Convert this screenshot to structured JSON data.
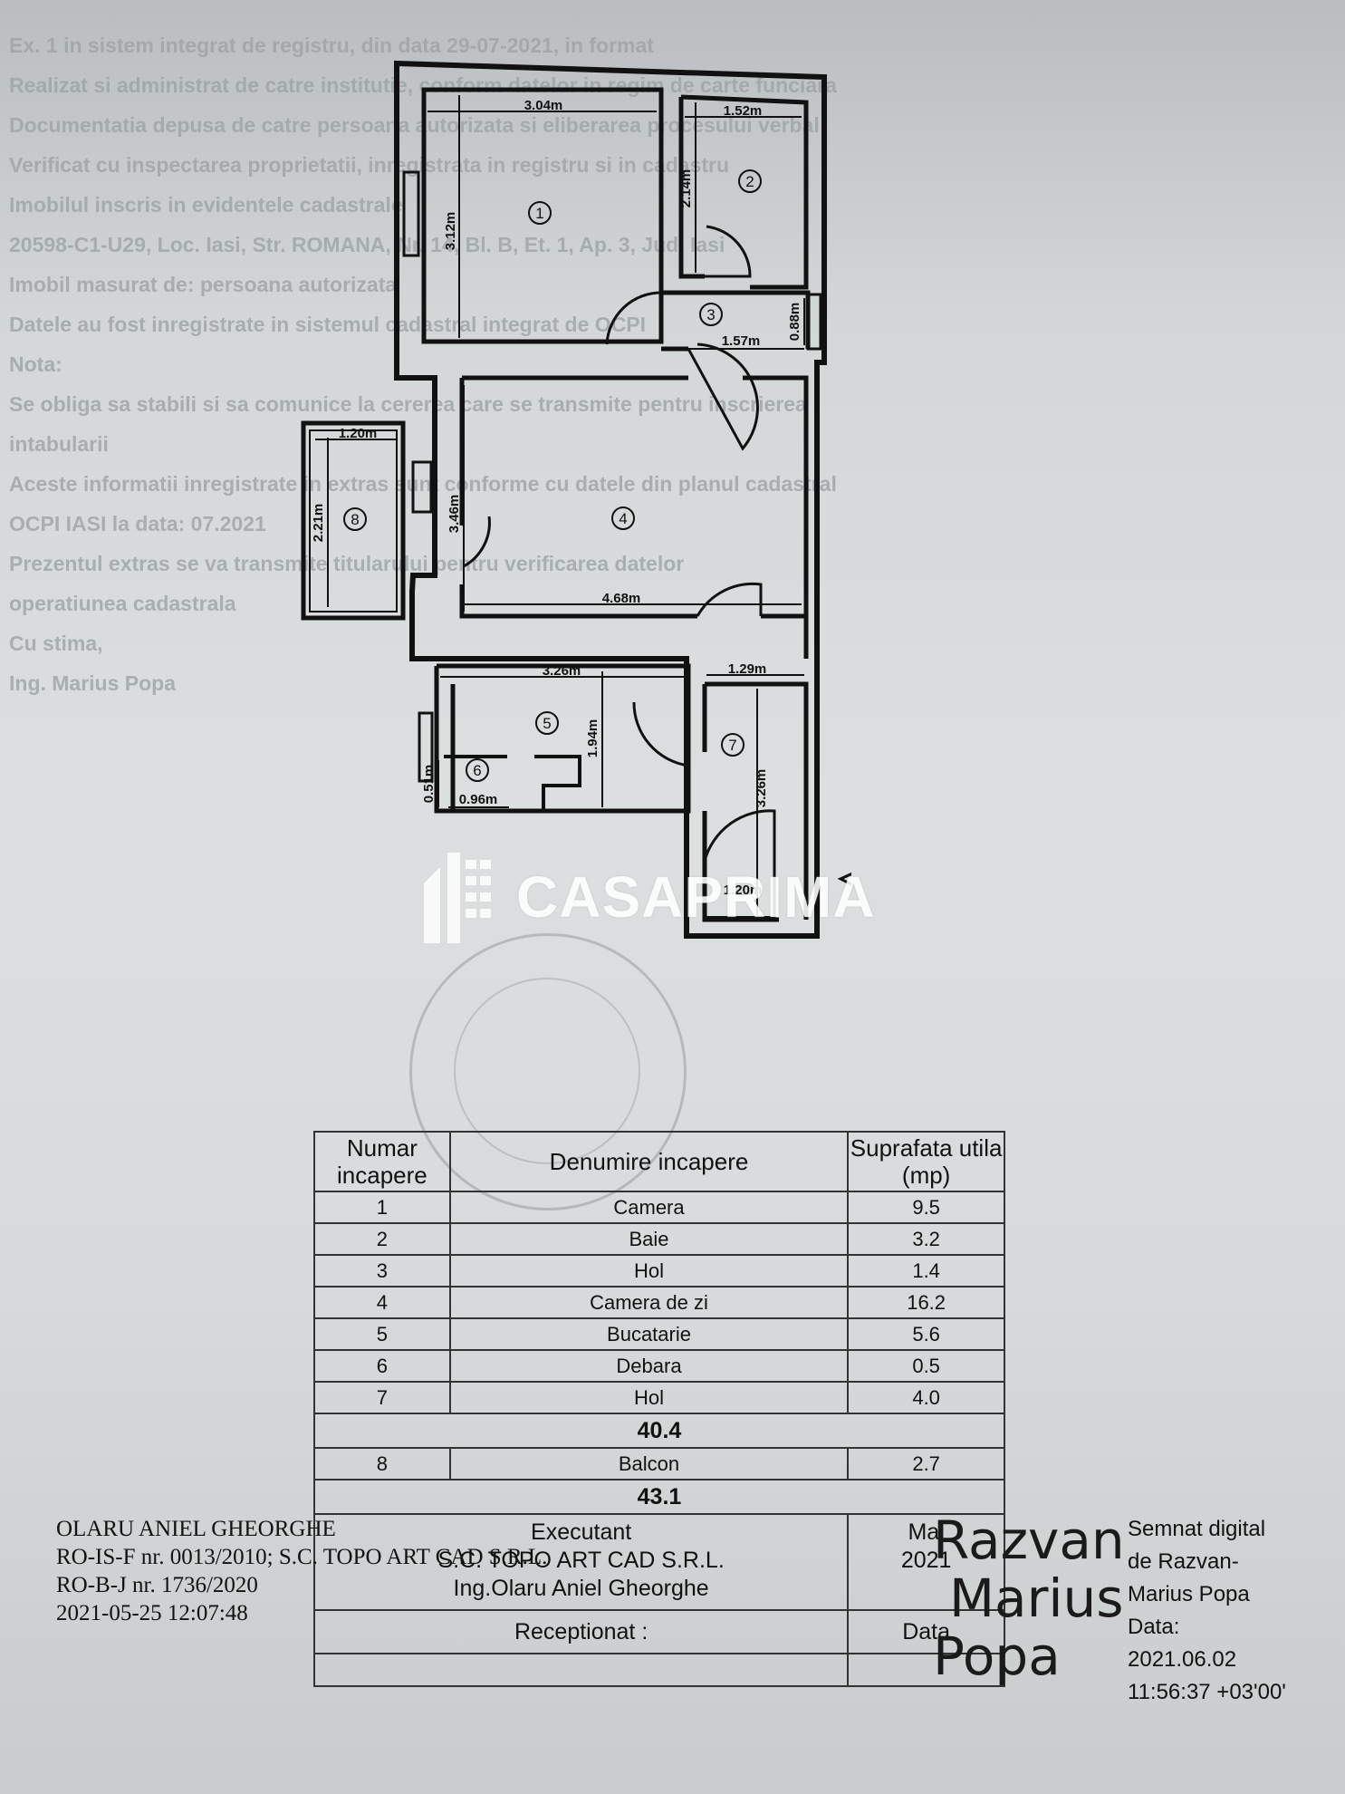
{
  "background_text_lines": [
    "Ex. 1 in sistem integrat de registru, din data 29-07-2021, in format",
    "Realizat si administrat de catre institutie, conform datelor in regim de carte funciara",
    "Documentatia depusa de catre persoana autorizata si eliberarea procesului verbal",
    "Verificat cu inspectarea proprietatii, inregistrata in registru si in cadastru",
    "Imobilul inscris in evidentele cadastrale",
    "20598-C1-U29, Loc. Iasi, Str. ROMANA, Nr. 14, Bl. B, Et. 1, Ap. 3, Jud. Iasi",
    "Imobil masurat de: persoana autorizata",
    "Datele au fost inregistrate in sistemul cadastral integrat de OCPI",
    "Nota:",
    "Se obliga sa stabili si sa comunice la cererea care se transmite pentru inscrierea",
    "intabularii",
    "Aceste informatii inregistrate in extras sunt conforme cu datele din planul cadastral",
    "OCPI IASI la data: 07.2021",
    "Prezentul extras se va transmite titularului pentru verificarea datelor",
    "operatiunea cadastrala",
    "Cu stima,",
    "Ing. Marius Popa"
  ],
  "floor_plan": {
    "rooms": [
      "1",
      "2",
      "3",
      "4",
      "5",
      "6",
      "7",
      "8"
    ],
    "dimensions": [
      "3.04m",
      "1.52m",
      "3.12m",
      "2.14m",
      "0.88m",
      "1.57m",
      "1.20m",
      "2.21m",
      "3.46m",
      "4.68m",
      "3.26m",
      "1.29m",
      "1.94m",
      "0.51m",
      "0.96m",
      "3.26m",
      "1.20m"
    ]
  },
  "watermark": {
    "brand": "CASAPRIMA"
  },
  "table": {
    "headers": [
      "Numar incapere",
      "Denumire incapere",
      "Suprafata utila (mp)"
    ],
    "rows": [
      {
        "nr": "1",
        "name": "Camera",
        "area": "9.5"
      },
      {
        "nr": "2",
        "name": "Baie",
        "area": "3.2"
      },
      {
        "nr": "3",
        "name": "Hol",
        "area": "1.4"
      },
      {
        "nr": "4",
        "name": "Camera de zi",
        "area": "16.2"
      },
      {
        "nr": "5",
        "name": "Bucatarie",
        "area": "5.6"
      },
      {
        "nr": "6",
        "name": "Debara",
        "area": "0.5"
      },
      {
        "nr": "7",
        "name": "Hol",
        "area": "4.0"
      }
    ],
    "subtotal": "40.4",
    "balcony": {
      "nr": "8",
      "name": "Balcon",
      "area": "2.7"
    },
    "total": "43.1",
    "executant_label": "Executant",
    "executant_company": "S.C. TOPO ART CAD S.R.L.",
    "executant_person": "Ing.Olaru Aniel Gheorghe",
    "month": "Mai",
    "year": "2021",
    "receptionat_label": "Receptionat :",
    "data_label": "Data"
  },
  "left_signature": {
    "line1": "OLARU ANIEL GHEORGHE",
    "line2": "RO-IS-F nr. 0013/2010; S.C. TOPO ART CAD S.R.L.",
    "line3": "RO-B-J nr. 1736/2020",
    "line4": "2021-05-25 12:07:48"
  },
  "right_signature": {
    "first": "Razvan",
    "middle": "Marius",
    "last": "Popa",
    "digital_lines": [
      "Semnat digital",
      "de Razvan-",
      "Marius Popa",
      "Data:",
      "2021.06.02",
      "11:56:37 +03'00'"
    ]
  }
}
